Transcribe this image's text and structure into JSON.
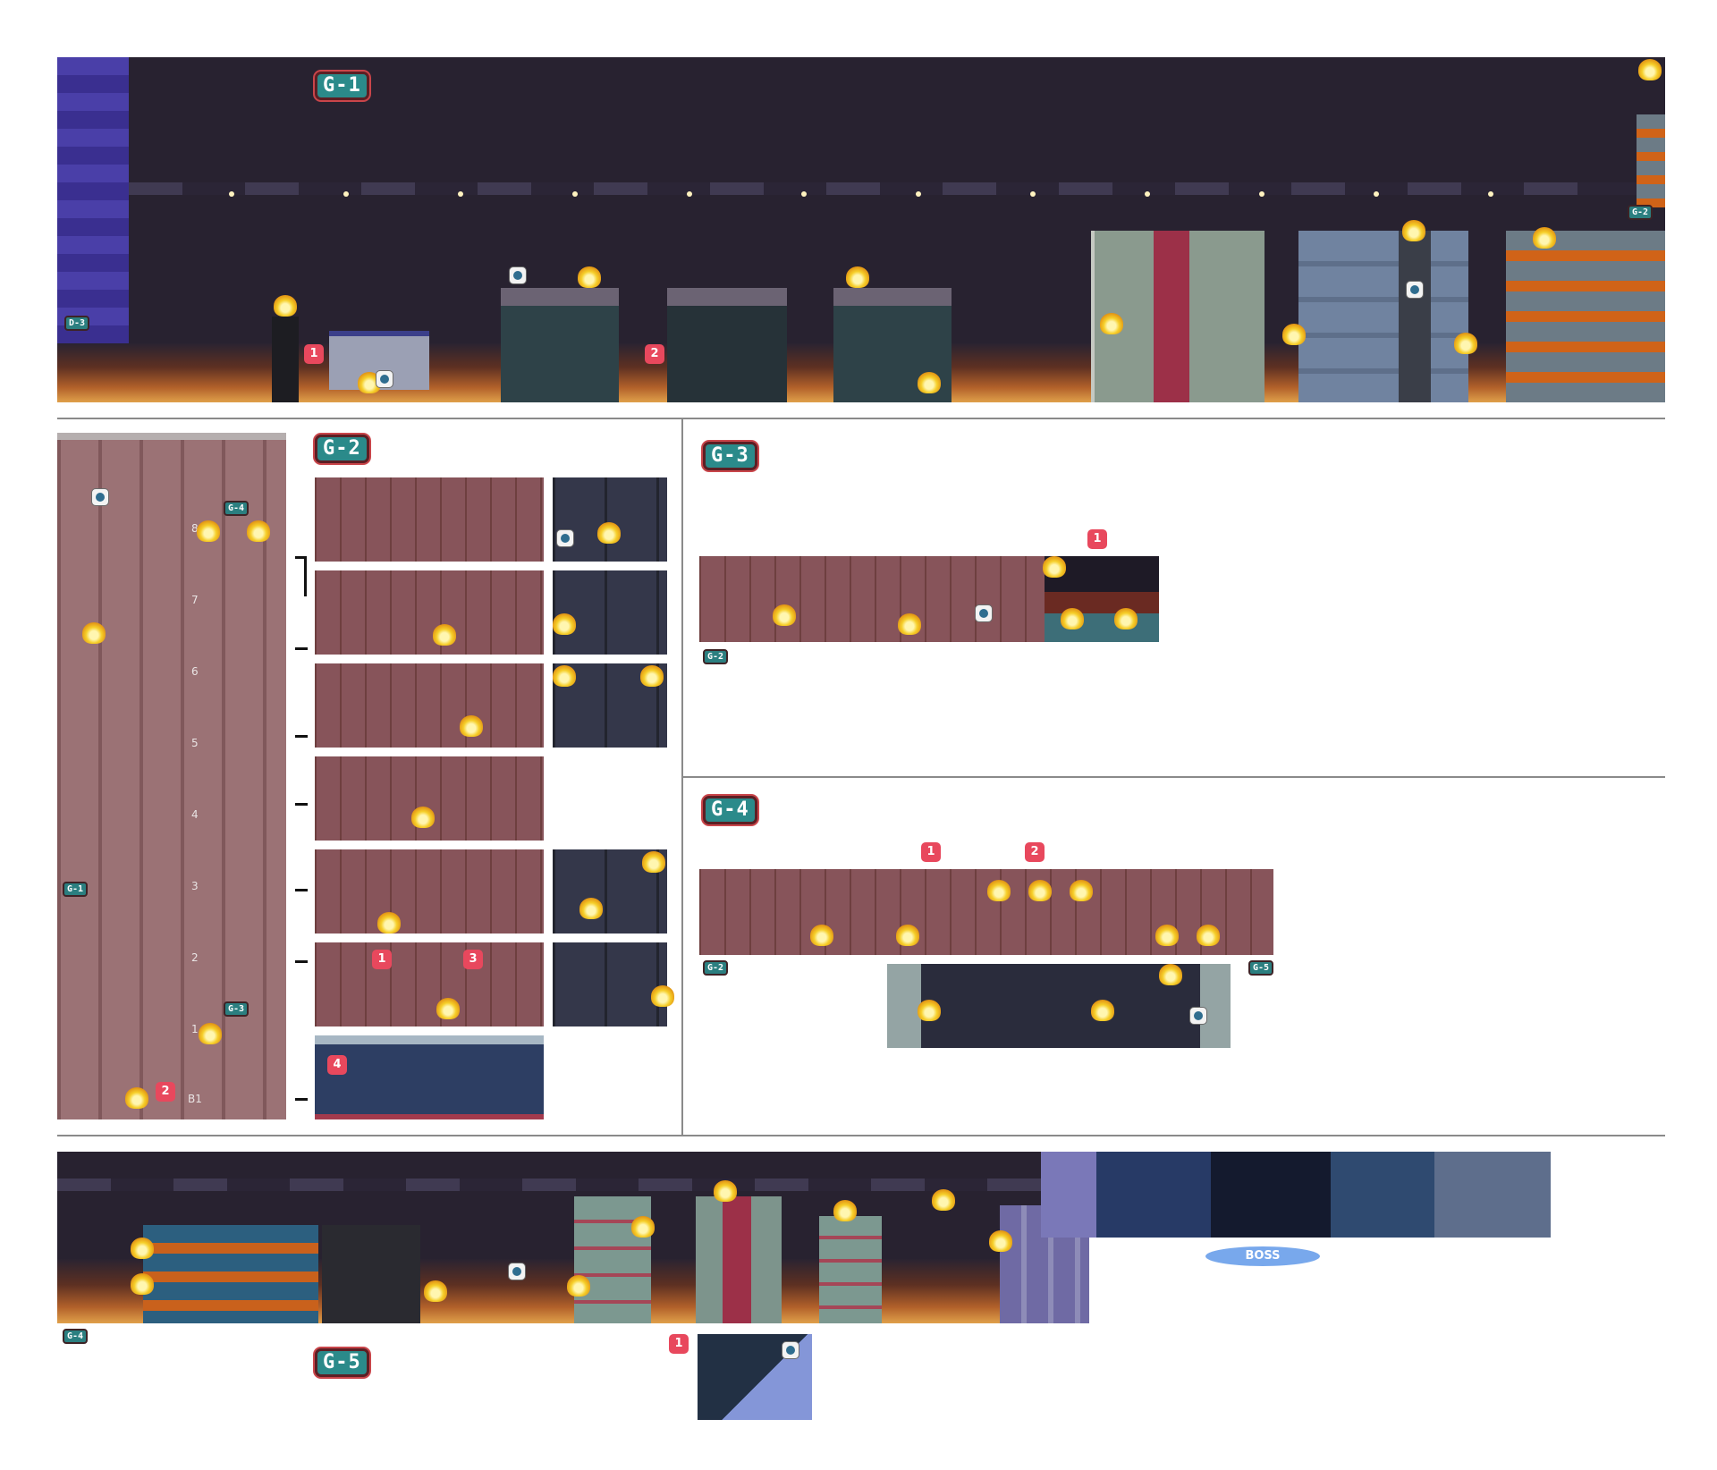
{
  "sections": {
    "g1": {
      "label": "G-1",
      "links": [
        "D-3",
        "G-2"
      ],
      "markers": [
        "1",
        "2"
      ]
    },
    "g2": {
      "label": "G-2",
      "links": [
        "G-4",
        "G-1",
        "G-3"
      ],
      "floors": [
        "8",
        "7",
        "6",
        "5",
        "4",
        "3",
        "2",
        "1",
        "B1"
      ],
      "markers": [
        "1",
        "2",
        "3",
        "4"
      ]
    },
    "g3": {
      "label": "G-3",
      "links": [
        "G-2"
      ],
      "markers": [
        "1"
      ]
    },
    "g4": {
      "label": "G-4",
      "links": [
        "G-2",
        "G-5"
      ],
      "markers": [
        "1",
        "2"
      ]
    },
    "g5": {
      "label": "G-5",
      "links": [
        "G-4"
      ],
      "markers": [
        "1"
      ],
      "boss": "BOSS"
    }
  },
  "colors": {
    "label_teal": "#2b8a8a",
    "marker_pink": "#e8485d",
    "boss_blue": "#78a8ec",
    "night_sky": "#282230",
    "fire_yellow": "#f6cf2a"
  },
  "icons": [
    "fire-icon",
    "save-token-icon",
    "number-marker"
  ]
}
